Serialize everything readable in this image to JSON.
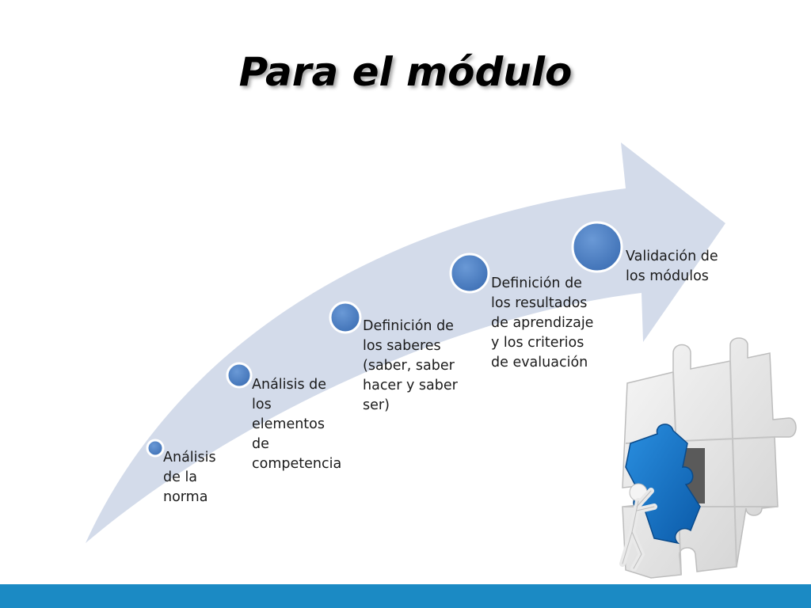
{
  "slide": {
    "title": "Para el módulo",
    "accent_color": "#1b8ac4",
    "arrow_color": "#d3dbea",
    "node_color": "#4a7ec2"
  },
  "steps": [
    {
      "label": "Análisis de la norma"
    },
    {
      "label": "Análisis de los elementos de competencia"
    },
    {
      "label": "Definición de los saberes (saber, saber hacer y saber ser)"
    },
    {
      "label": "Definición de los resultados de aprendizaje y los criterios de evaluación"
    },
    {
      "label": "Validación de los módulos"
    }
  ],
  "illustration": {
    "icon": "puzzle-wall-figure-icon"
  }
}
